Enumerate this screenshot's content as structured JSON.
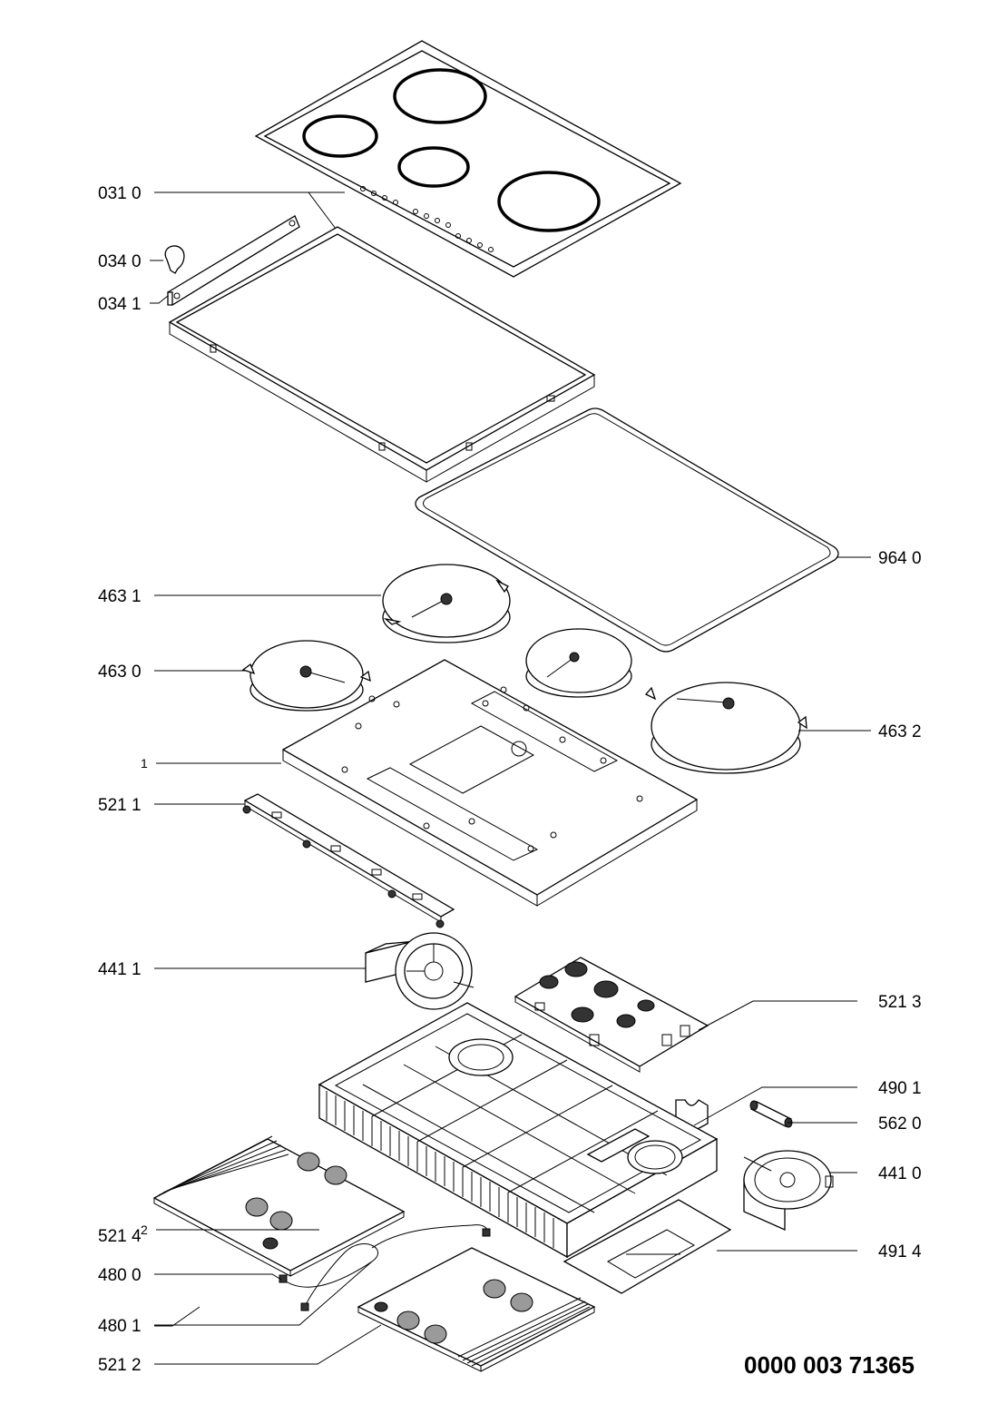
{
  "drawing": {
    "document_number": "0000 003 71365",
    "callouts": [
      {
        "id": "c0310",
        "text": "031 0"
      },
      {
        "id": "c0340",
        "text": "034 0"
      },
      {
        "id": "c0341",
        "text": "034 1"
      },
      {
        "id": "c9640",
        "text": "964 0"
      },
      {
        "id": "c4631",
        "text": "463 1"
      },
      {
        "id": "c4630",
        "text": "463 0"
      },
      {
        "id": "c4632",
        "text": "463 2"
      },
      {
        "id": "c1",
        "text": "1"
      },
      {
        "id": "c5211",
        "text": "521 1"
      },
      {
        "id": "c4411",
        "text": "441 1"
      },
      {
        "id": "c5213",
        "text": "521 3"
      },
      {
        "id": "c4901",
        "text": "490 1"
      },
      {
        "id": "c2",
        "text": "2"
      },
      {
        "id": "c5620",
        "text": "562 0"
      },
      {
        "id": "c4410",
        "text": "441 0"
      },
      {
        "id": "c5214",
        "text": "521 4"
      },
      {
        "id": "c4914",
        "text": "491 4"
      },
      {
        "id": "c4800",
        "text": "480 0"
      },
      {
        "id": "c4801",
        "text": "480 1"
      },
      {
        "id": "c5212",
        "text": "521 2"
      }
    ]
  }
}
